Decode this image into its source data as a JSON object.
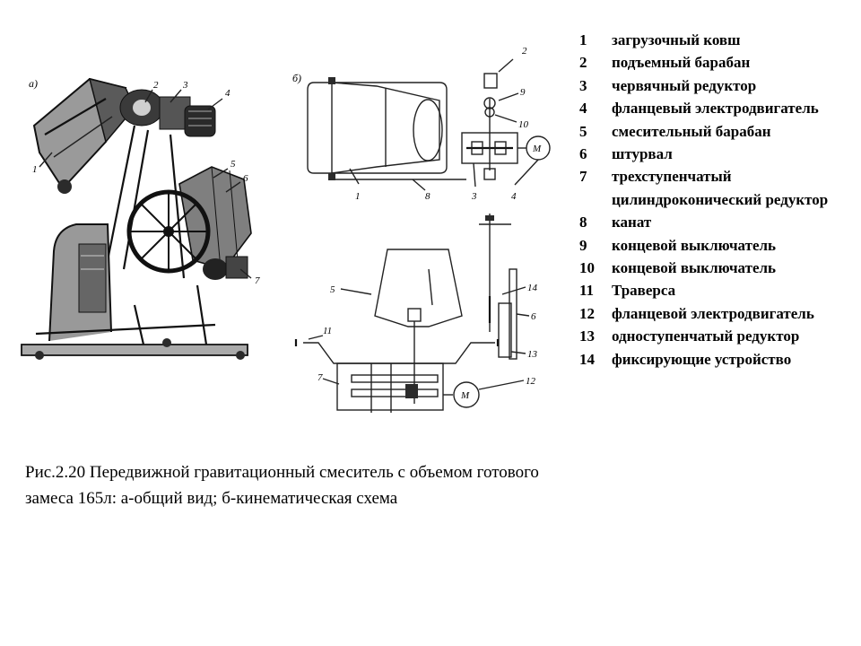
{
  "diagram": {
    "view_a_label": "а)",
    "view_b_label": "б)",
    "callouts_a": [
      "1",
      "2",
      "3",
      "4",
      "5",
      "6",
      "7"
    ],
    "callouts_b": [
      "1",
      "2",
      "3",
      "4",
      "5",
      "6",
      "7",
      "8",
      "9",
      "10",
      "11",
      "12",
      "13",
      "14"
    ],
    "motor_symbol": "M"
  },
  "legend": [
    {
      "num": "1",
      "text": "загрузочный ковш"
    },
    {
      "num": "2",
      "text": "подъемный барабан"
    },
    {
      "num": "3",
      "text": "червячный редуктор"
    },
    {
      "num": "4",
      "text": "фланцевый электродвигатель"
    },
    {
      "num": "5",
      "text": "смесительный барабан"
    },
    {
      "num": "6",
      "text": "штурвал"
    },
    {
      "num": "7",
      "text": "трехступенчатый цилиндроконический редуктор"
    },
    {
      "num": "8",
      "text": "канат"
    },
    {
      "num": "9",
      "text": "концевой выключатель"
    },
    {
      "num": "10",
      "text": "концевой выключатель"
    },
    {
      "num": "11",
      "text": "Траверса"
    },
    {
      "num": "12",
      "text": "фланцевой электродвигатель"
    },
    {
      "num": "13",
      "text": "одноступенчатый редуктор"
    },
    {
      "num": "14",
      "text": "фиксирующие устройство"
    }
  ],
  "caption": {
    "line1": "Рис.2.20 Передвижной гравитационный смеситель с объемом готового",
    "line2": "замеса 165л:  а-общий вид; б-кинематическая схема"
  }
}
